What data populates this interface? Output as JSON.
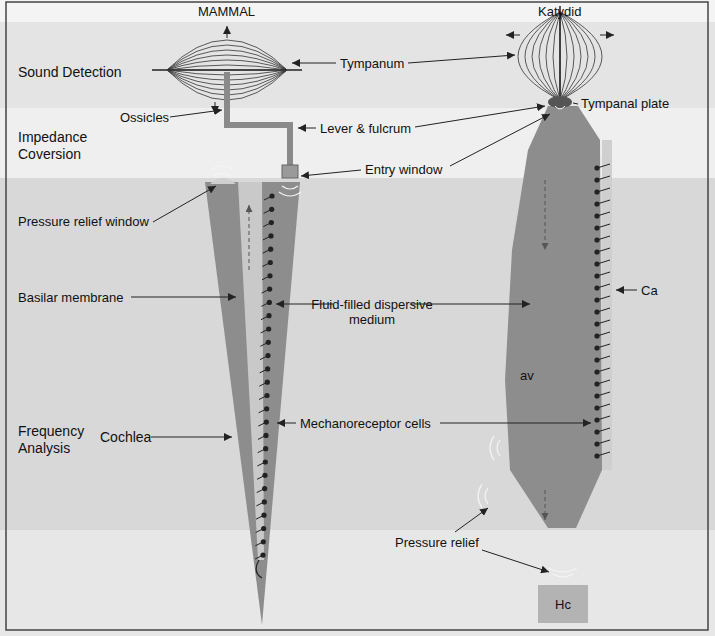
{
  "diagram": {
    "nodes": [
      {
        "text": [
          "Sound Detection"
        ]
      },
      {
        "text": [
          "Impedance Coversion"
        ]
      },
      {
        "text": [
          "Frequency Analysis"
        ]
      }
    ],
    "labels": [
      "MAMMAL",
      "Katydid",
      "Tympanum",
      "Ossicles",
      "Lever & fulcrum",
      "Tympanal plate",
      "Entry window",
      "Pressure relief window",
      "Basilar membrane",
      "Fluid-filled dispersive medium",
      "Ca",
      "Cochlea",
      "Mechanoreceptor cells",
      "av",
      "Pressure relief",
      "Hc"
    ]
  }
}
